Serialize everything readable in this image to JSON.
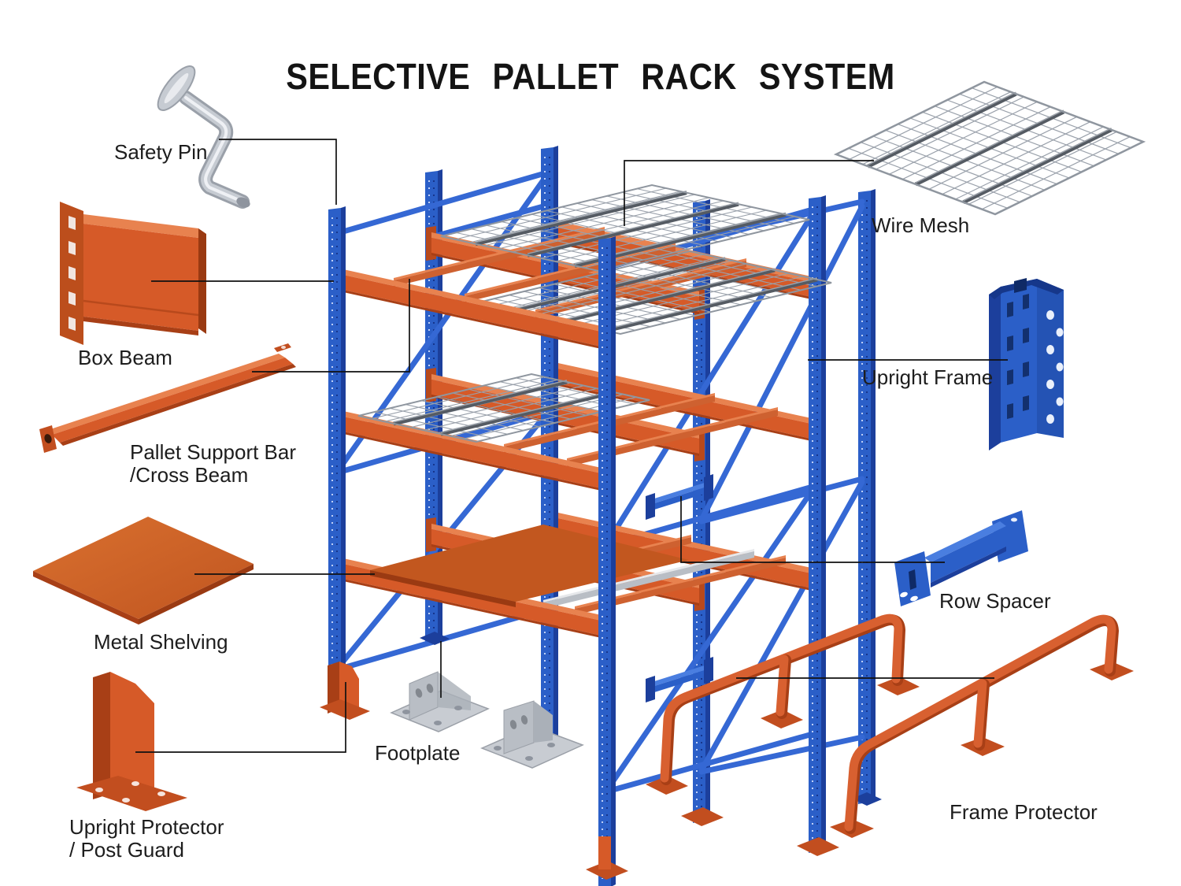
{
  "title": "SELECTIVE PALLET RACK SYSTEM",
  "colors": {
    "orange": "#D65A28",
    "orange_dark": "#A83F16",
    "orange_light": "#E8824F",
    "blue": "#2B5FC8",
    "blue_dark": "#1C3F9C",
    "steel_gray": "#C8CCD2",
    "mesh_gray": "#9AA1AB",
    "leader_line": "#111111"
  },
  "labels": {
    "safety_pin": "Safety Pin",
    "box_beam": "Box Beam",
    "pallet_support_bar_line1": "Pallet Support Bar",
    "pallet_support_bar_line2": "/Cross Beam",
    "metal_shelving": "Metal Shelving",
    "upright_protector_line1": "Upright Protector",
    "upright_protector_line2": "/ Post Guard",
    "footplate": "Footplate",
    "wire_mesh": "Wire Mesh",
    "upright_frame": "Upright Frame",
    "row_spacer": "Row Spacer",
    "frame_protector": "Frame Protector"
  }
}
